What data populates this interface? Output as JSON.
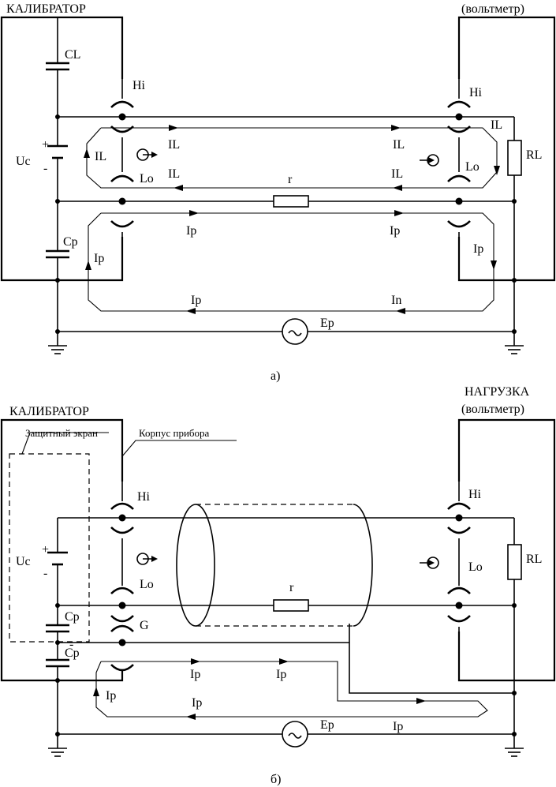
{
  "diagram_a": {
    "calibrator_title": "КАЛИБРАТОР",
    "load_title_line2": "(вольтметр)",
    "cap_L": "CL",
    "cap_p": "Cp",
    "source": "Uc",
    "plus": "+",
    "minus": "-",
    "hi_left": "Hi",
    "lo_left": "Lo",
    "hi_right": "Hi",
    "lo_right": "Lo",
    "resistor_load": "RL",
    "resistor_r": "r",
    "current_IL": "IL",
    "current_Ip": "Ip",
    "current_In": "In",
    "emf": "Ep",
    "caption": "а)"
  },
  "diagram_b": {
    "calibrator_title": "КАЛИБРАТОР",
    "load_title_line1": "НАГРУЗКА",
    "load_title_line2": "(вольтметр)",
    "shield_label": "Защитный экран",
    "case_label": "Корпус прибора",
    "source": "Uc",
    "plus": "+",
    "minus": "-",
    "cap_p1": "Cp",
    "cap_p2": "Cp",
    "hi_left": "Hi",
    "lo_left": "Lo",
    "guard": "G",
    "hi_right": "Hi",
    "lo_right": "Lo",
    "resistor_load": "RL",
    "resistor_r": "r",
    "current_Ip": "Ip",
    "emf": "Ep",
    "caption": "б)"
  }
}
